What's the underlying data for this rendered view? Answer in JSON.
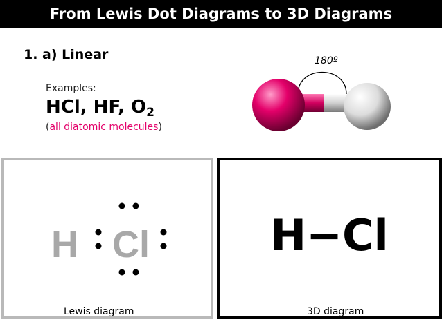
{
  "title": "From Lewis Dot Diagrams to 3D Diagrams",
  "section": "1. a) Linear",
  "examples": {
    "label": "Examples:",
    "formula_main": "HCl, HF, O",
    "formula_sub": "2",
    "note_open": "(",
    "note_text": "all diatomic molecules",
    "note_close": ")"
  },
  "angle_label": "180º",
  "lewis": {
    "symbol_h": "H",
    "symbol_cl": "Cl",
    "caption": "Lewis diagram"
  },
  "structure": {
    "text": "H−Cl",
    "caption": "3D diagram"
  },
  "colors": {
    "chlorine_atom": "#e4006a",
    "hydrogen_atom": "#e8e8e8",
    "lewis_symbol": "#a8a8a8",
    "note_text": "#e4006a",
    "left_border": "#b9b9b9",
    "right_border": "#000000"
  }
}
